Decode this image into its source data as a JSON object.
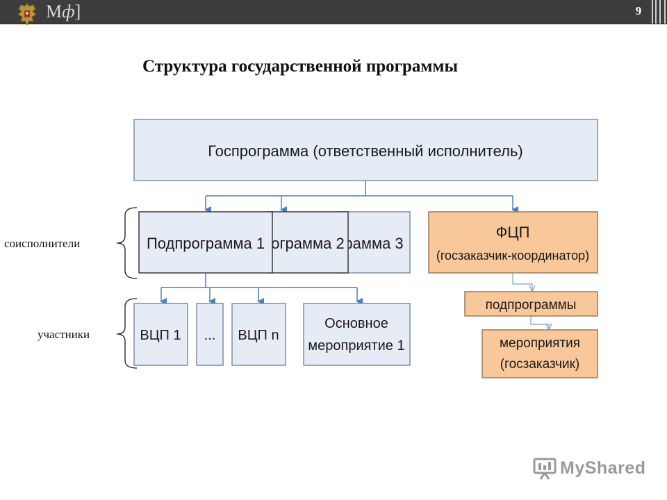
{
  "header": {
    "brand": {
      "prefix": "М",
      "phi": "ф",
      "suffix": "]"
    },
    "slide_number": "9"
  },
  "title": "Структура государственной программы",
  "diagram": {
    "gosprogramma": "Госпрограмма  (ответственный исполнитель)",
    "podprogramma_1": "Подпрограмма 1",
    "podprogramma_2": "ограмма 2",
    "podprogramma_3": "рамма 3",
    "fcp_title": "ФЦП",
    "fcp_subtitle": "(госзаказчик-координатор)",
    "fcp_podprogrammy": "подпрограммы",
    "fcp_meropriyatiya_line1": "мероприятия",
    "fcp_meropriyatiya_line2": "(госзаказчик)",
    "vcp_1": "ВЦП 1",
    "ellipsis": "...",
    "vcp_n": "ВЦП n",
    "main_event_line1": "Основное",
    "main_event_line2": "мероприятие 1",
    "label_coexecutors": "соисполнители",
    "label_participants": "участники"
  },
  "watermark": {
    "text": "MyShared"
  },
  "colors": {
    "topbar": "#3d3d3d",
    "blue_box_fill": "#e6ecf5",
    "blue_box_stroke": "#7f8ea3",
    "orange_box_fill": "#f8c79a",
    "orange_box_stroke": "#9a7a5a",
    "connector": "#4a7fc0"
  }
}
